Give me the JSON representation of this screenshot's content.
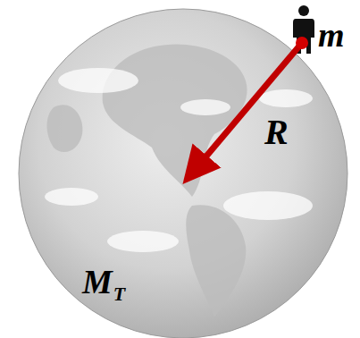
{
  "diagram": {
    "labels": [
      "m",
      "R",
      "M",
      "T"
    ]
  }
}
